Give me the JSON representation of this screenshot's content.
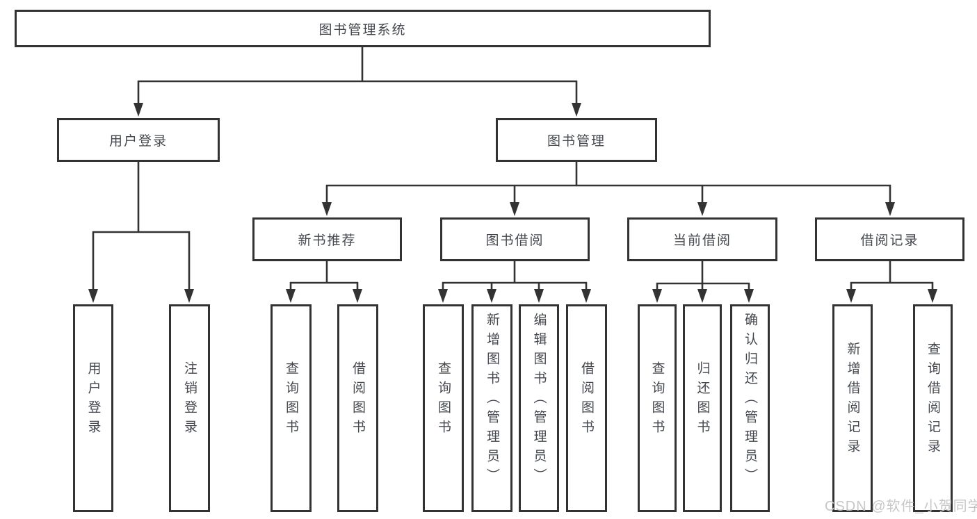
{
  "diagram": {
    "root": "图书管理系统",
    "children": [
      {
        "label": "用户登录",
        "children": [
          {
            "label": "用户登录"
          },
          {
            "label": "注销登录"
          }
        ]
      },
      {
        "label": "图书管理",
        "children": [
          {
            "label": "新书推荐",
            "children": [
              {
                "label": "查询图书"
              },
              {
                "label": "借阅图书"
              }
            ]
          },
          {
            "label": "图书借阅",
            "children": [
              {
                "label": "查询图书"
              },
              {
                "label": "新增图书（管理员）"
              },
              {
                "label": "编辑图书（管理员）"
              },
              {
                "label": "借阅图书"
              }
            ]
          },
          {
            "label": "当前借阅",
            "children": [
              {
                "label": "查询图书"
              },
              {
                "label": "归还图书"
              },
              {
                "label": "确认归还（管理员）"
              }
            ]
          },
          {
            "label": "借阅记录",
            "children": [
              {
                "label": "新增借阅记录"
              },
              {
                "label": "查询借阅记录"
              }
            ]
          }
        ]
      }
    ]
  },
  "watermark": "CSDN @软件_小贺同学",
  "colors": {
    "line": "#333333",
    "box_border": "#333333",
    "text": "#44484e",
    "watermark": "#c7c7c7",
    "background": "#ffffff"
  }
}
